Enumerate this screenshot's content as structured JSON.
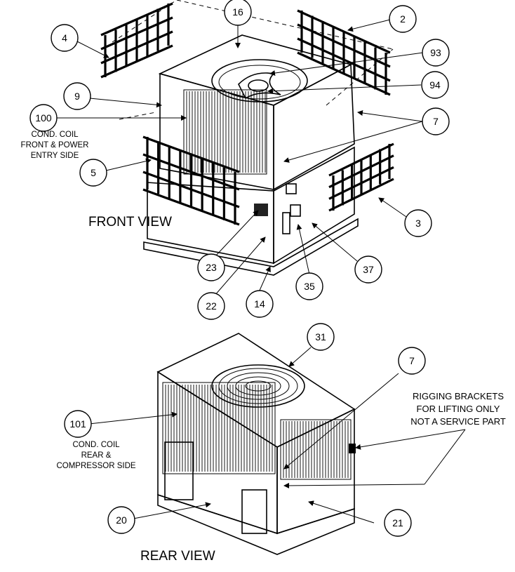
{
  "front_view": {
    "title": "FRONT VIEW",
    "coil_caption": [
      "COND. COIL",
      "FRONT & POWER",
      "ENTRY SIDE"
    ],
    "callouts": [
      "16",
      "2",
      "4",
      "93",
      "94",
      "9",
      "100",
      "7",
      "5",
      "3",
      "23",
      "35",
      "37",
      "22",
      "14"
    ]
  },
  "rear_view": {
    "title": "REAR VIEW",
    "coil_caption": [
      "COND. COIL",
      "REAR &",
      "COMPRESSOR SIDE"
    ],
    "callouts": [
      "31",
      "7",
      "101",
      "20",
      "21"
    ],
    "note": [
      "RIGGING BRACKETS",
      "FOR LIFTING ONLY",
      "NOT A SERVICE PART"
    ]
  }
}
